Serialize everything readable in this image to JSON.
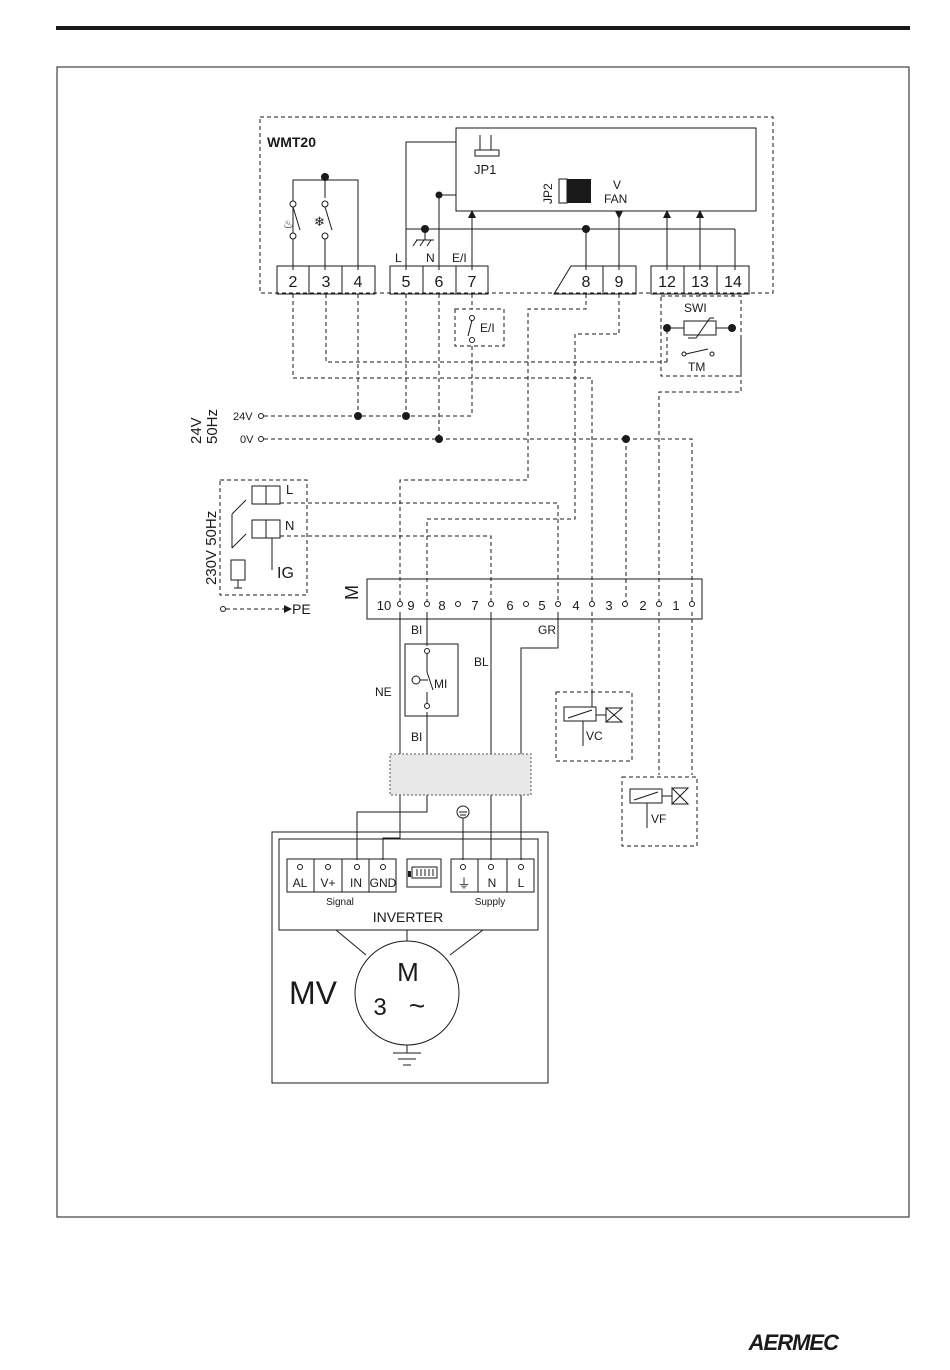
{
  "controller": {
    "title": "WMT20",
    "jp1": "JP1",
    "jp2": "JP2",
    "v": "V",
    "fan": "FAN",
    "L": "L",
    "N": "N",
    "EI": "E/I",
    "terminals": [
      "2",
      "3",
      "4",
      "5",
      "6",
      "7",
      "8",
      "9",
      "12",
      "13",
      "14"
    ]
  },
  "external": {
    "ei_switch": "E/I",
    "swi": "SWI",
    "tm": "TM"
  },
  "supply_24": {
    "label_24v": "24V",
    "label_50hz": "50Hz",
    "line_24v": "24V",
    "line_0v": "0V"
  },
  "supply_230": {
    "label_230": "230V 50Hz",
    "L": "L",
    "N": "N",
    "IG": "IG",
    "PE": "PE"
  },
  "terminal_board": {
    "label": "M",
    "terminals": [
      "10",
      "9",
      "8",
      "7",
      "6",
      "5",
      "4",
      "3",
      "2",
      "1"
    ]
  },
  "wires": {
    "BI_top": "BI",
    "BL": "BL",
    "GR": "GR",
    "NE": "NE",
    "BI_bottom": "BI"
  },
  "microswitch": "MI",
  "valves": {
    "vc": "VC",
    "vf": "VF"
  },
  "inverter": {
    "signal_terminals": [
      "AL",
      "V+",
      "IN",
      "GND"
    ],
    "supply_terminals": [
      "⏚",
      "N",
      "L"
    ],
    "signal": "Signal",
    "supply": "Supply",
    "title": "INVERTER"
  },
  "motor": {
    "label": "MV",
    "m": "M",
    "phase": "3",
    "tilde": "~"
  },
  "brand": "AERMEC"
}
